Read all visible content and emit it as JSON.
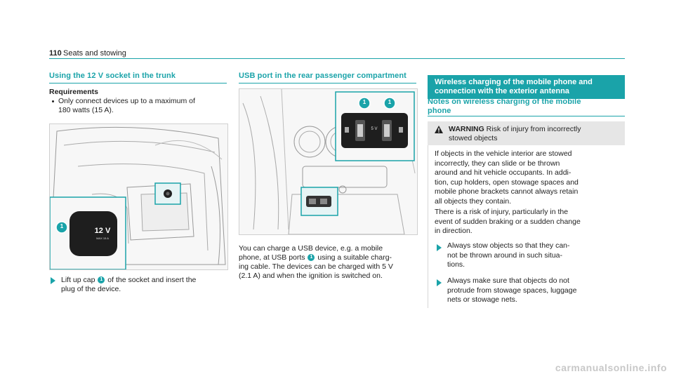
{
  "header": {
    "page_number": "110",
    "section": "Seats and stowing"
  },
  "col1": {
    "title": "Using the 12 V socket in the trunk",
    "requirements_head": "Requirements",
    "requirement_bullet_line1": "Only connect devices up to a maximum of",
    "requirement_bullet_line2": "180 watts (15 A).",
    "figure": {
      "socket_label": "12 V",
      "socket_sublabel": "MAX 15 A",
      "callout": "1"
    },
    "step_line1_a": "Lift up cap",
    "step_badge": "1",
    "step_line1_b": "of the socket and insert the",
    "step_line2": "plug of the device."
  },
  "col2": {
    "title": "USB port in the rear passenger compartment",
    "figure": {
      "callout_a": "1",
      "callout_b": "1",
      "port_label": "5 V"
    },
    "p_line1": "You can charge a USB device, e.g. a mobile",
    "p_line2_a": "phone, at USB ports",
    "p_badge": "1",
    "p_line2_b": "using a suitable charg-",
    "p_line3": "ing cable. The devices can be charged with 5 V",
    "p_line4": "(2.1 A) and when the ignition is switched on."
  },
  "col3": {
    "banner_line1": "Wireless charging of the mobile phone and",
    "banner_line2": "connection with the exterior antenna",
    "subtitle_line1": "Notes on wireless charging of the mobile",
    "subtitle_line2": "phone",
    "warning": {
      "label": "WARNING",
      "head_line1": "Risk of injury from incorrectly",
      "head_line2": "stowed objects",
      "p1": [
        "If objects in the vehicle interior are stowed",
        "incorrectly, they can slide or be thrown",
        "around and hit vehicle occupants. In addi-",
        "tion, cup holders, open stowage spaces and",
        "mobile phone brackets cannot always retain",
        "all objects they contain."
      ],
      "p2": [
        "There is a risk of injury, particularly in the",
        "event of sudden braking or a sudden change",
        "in direction."
      ],
      "step1": [
        "Always stow objects so that they can-",
        "not be thrown around in such situa-",
        "tions."
      ],
      "step2": [
        "Always make sure that objects do not",
        "protrude from stowage spaces, luggage",
        "nets or stowage nets."
      ]
    }
  },
  "footer": {
    "watermark": "carmanualsonline.info"
  },
  "colors": {
    "accent": "#1aa3a9"
  }
}
